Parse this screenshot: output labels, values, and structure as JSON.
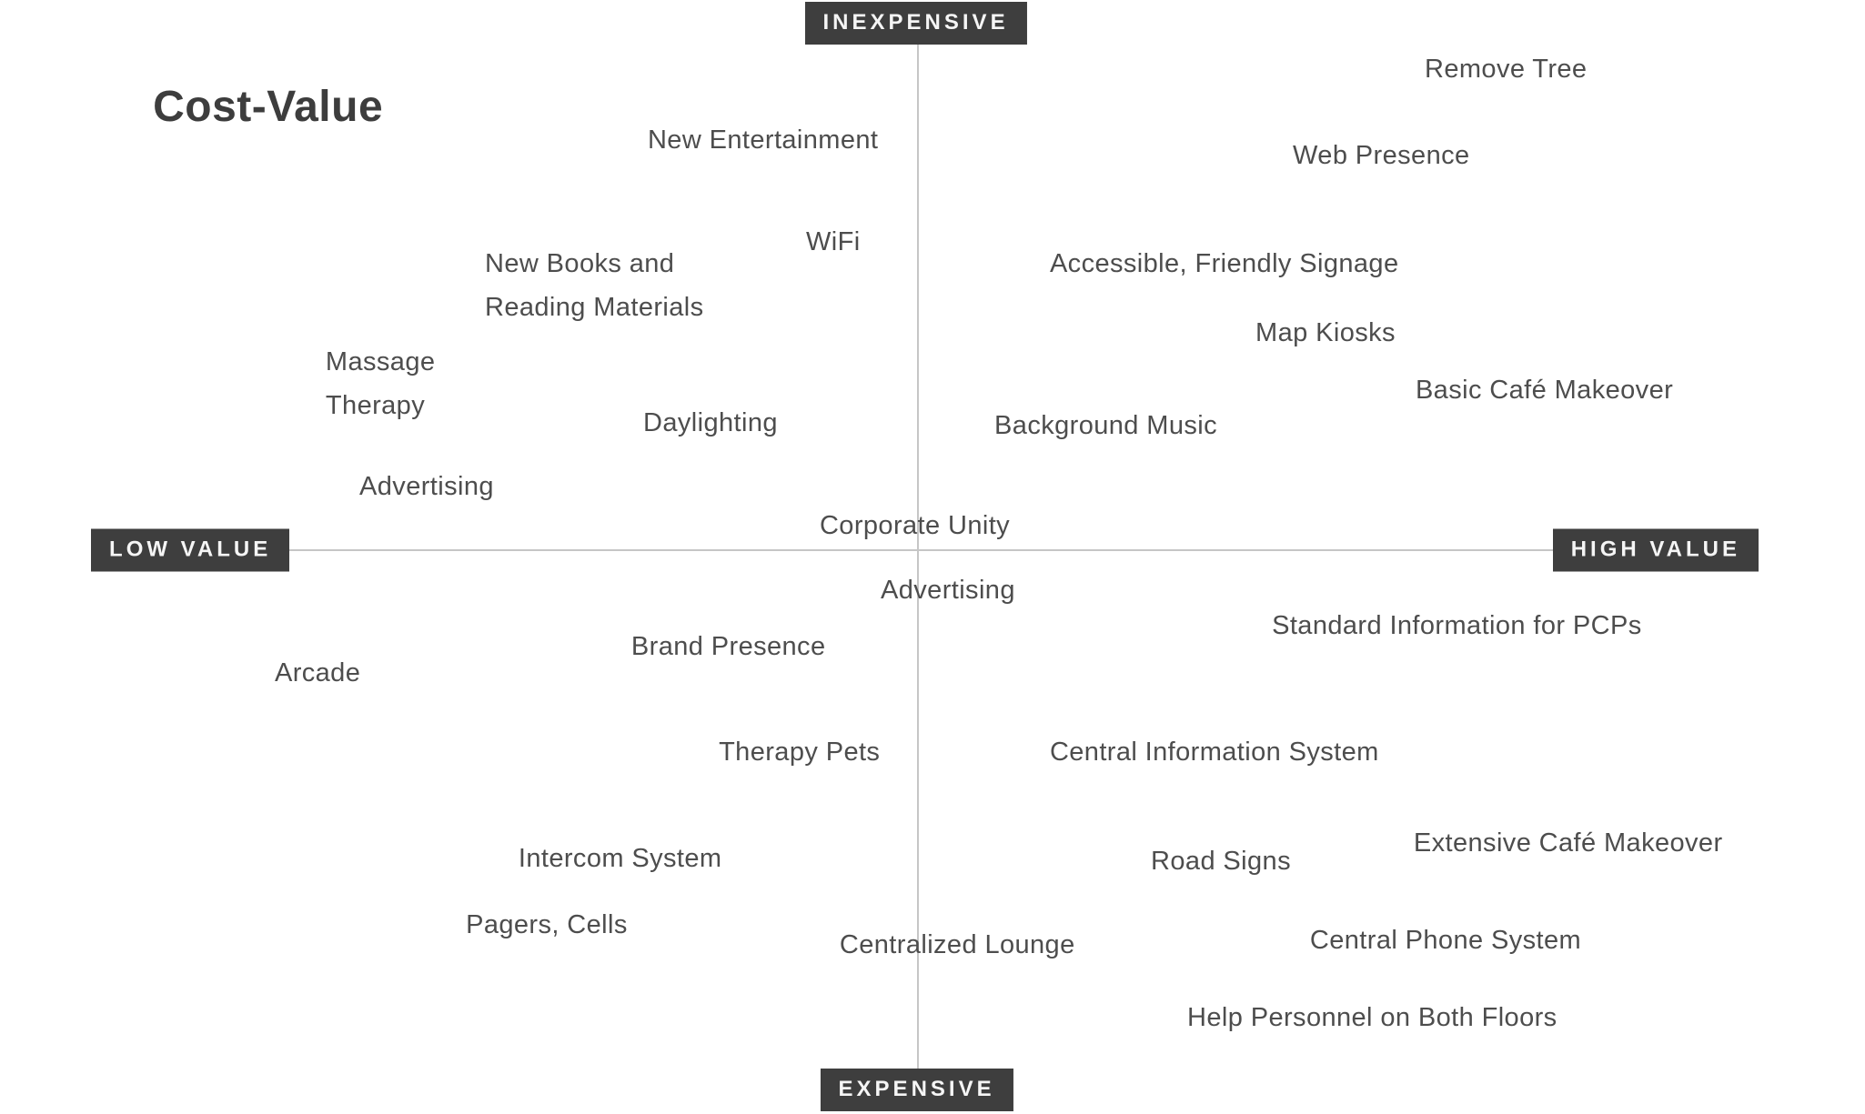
{
  "title": "Cost-Value",
  "axis_labels": {
    "top": "INEXPENSIVE",
    "bottom": "EXPENSIVE",
    "left": "LOW VALUE",
    "right": "HIGH VALUE"
  },
  "colors": {
    "background": "#ffffff",
    "badge_background": "#3e3e3e",
    "badge_text": "#f5f5f5",
    "item_text": "#4d4d4d",
    "title_text": "#3d3d3d",
    "axis_line": "#c6c6c6"
  },
  "chart_data": {
    "type": "scatter",
    "subtype": "quadrant-map",
    "title": "Cost-Value",
    "x_axis": {
      "left_label": "LOW VALUE",
      "right_label": "HIGH VALUE"
    },
    "y_axis": {
      "top_label": "INEXPENSIVE",
      "bottom_label": "EXPENSIVE"
    },
    "axes_cross_pct": {
      "x": 49.17,
      "y": 49.39
    },
    "items": [
      {
        "label": "New Entertainment",
        "quadrant": "inexpensive-low-value",
        "x_pct": 34.73,
        "y_pct": 12.65
      },
      {
        "label": "WiFi",
        "quadrant": "inexpensive-low-value",
        "x_pct": 43.22,
        "y_pct": 21.8
      },
      {
        "label": "New Books and\nReading Materials",
        "quadrant": "inexpensive-low-value",
        "x_pct": 26.0,
        "y_pct": 25.71
      },
      {
        "label": "Massage\nTherapy",
        "quadrant": "inexpensive-low-value",
        "x_pct": 17.46,
        "y_pct": 34.53
      },
      {
        "label": "Daylighting",
        "quadrant": "inexpensive-low-value",
        "x_pct": 34.49,
        "y_pct": 38.04
      },
      {
        "label": "Advertising",
        "quadrant": "inexpensive-low-value",
        "x_pct": 19.27,
        "y_pct": 43.76
      },
      {
        "label": "Corporate Unity",
        "quadrant": "inexpensive-low-value",
        "x_pct": 43.95,
        "y_pct": 47.27
      },
      {
        "label": "Remove Tree",
        "quadrant": "inexpensive-high-value",
        "x_pct": 76.39,
        "y_pct": 6.29
      },
      {
        "label": "Web Presence",
        "quadrant": "inexpensive-high-value",
        "x_pct": 69.32,
        "y_pct": 14.04
      },
      {
        "label": "Accessible, Friendly Signage",
        "quadrant": "inexpensive-high-value",
        "x_pct": 56.29,
        "y_pct": 23.76
      },
      {
        "label": "Map Kiosks",
        "quadrant": "inexpensive-high-value",
        "x_pct": 67.32,
        "y_pct": 29.96
      },
      {
        "label": "Basic Café Makeover",
        "quadrant": "inexpensive-high-value",
        "x_pct": 75.9,
        "y_pct": 35.1
      },
      {
        "label": "Background Music",
        "quadrant": "inexpensive-high-value",
        "x_pct": 53.32,
        "y_pct": 38.29
      },
      {
        "label": "Advertising",
        "quadrant": "expensive-low-value",
        "x_pct": 47.22,
        "y_pct": 53.06
      },
      {
        "label": "Brand Presence",
        "quadrant": "expensive-low-value",
        "x_pct": 33.85,
        "y_pct": 58.12
      },
      {
        "label": "Arcade",
        "quadrant": "expensive-low-value",
        "x_pct": 14.73,
        "y_pct": 60.49
      },
      {
        "label": "Therapy Pets",
        "quadrant": "expensive-low-value",
        "x_pct": 38.54,
        "y_pct": 67.59
      },
      {
        "label": "Intercom System",
        "quadrant": "expensive-low-value",
        "x_pct": 27.8,
        "y_pct": 77.14
      },
      {
        "label": "Pagers, Cells",
        "quadrant": "expensive-low-value",
        "x_pct": 24.98,
        "y_pct": 83.1
      },
      {
        "label": "Centralized Lounge",
        "quadrant": "expensive-low-value",
        "x_pct": 45.02,
        "y_pct": 84.9
      },
      {
        "label": "Standard Information for PCPs",
        "quadrant": "expensive-high-value",
        "x_pct": 68.2,
        "y_pct": 56.24
      },
      {
        "label": "Central Information System",
        "quadrant": "expensive-high-value",
        "x_pct": 56.29,
        "y_pct": 67.59
      },
      {
        "label": "Extensive Café Makeover",
        "quadrant": "expensive-high-value",
        "x_pct": 75.8,
        "y_pct": 75.76
      },
      {
        "label": "Road Signs",
        "quadrant": "expensive-high-value",
        "x_pct": 61.71,
        "y_pct": 77.39
      },
      {
        "label": "Central Phone System",
        "quadrant": "expensive-high-value",
        "x_pct": 70.24,
        "y_pct": 84.49
      },
      {
        "label": "Help Personnel on Both Floors",
        "quadrant": "expensive-high-value",
        "x_pct": 63.66,
        "y_pct": 91.43
      }
    ]
  }
}
